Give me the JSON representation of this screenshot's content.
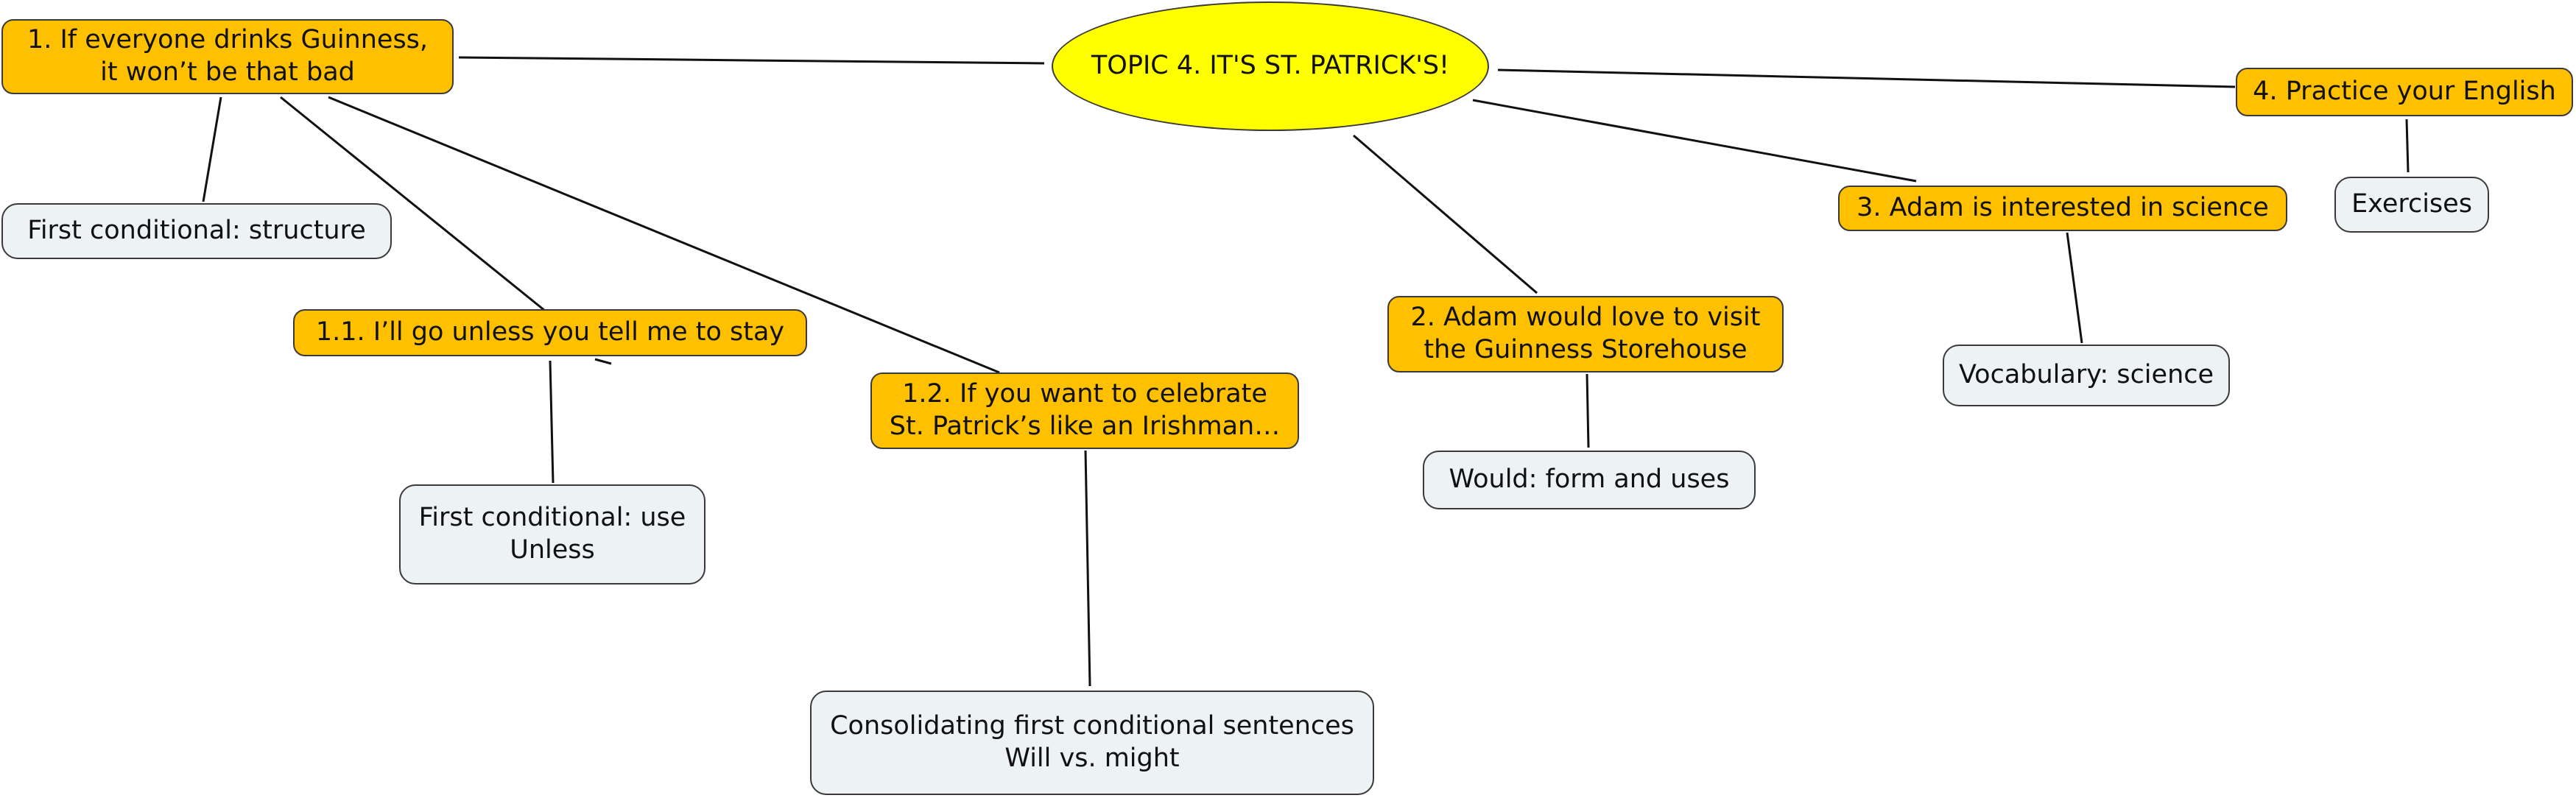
{
  "colors": {
    "topic": "#ffff00",
    "branch": "#ffc000",
    "leaf": "#edf3f5",
    "line": "#111111"
  },
  "central": {
    "label": "TOPIC 4. IT'S ST. PATRICK'S!"
  },
  "branches": {
    "b1": {
      "line1": "1. If everyone drinks Guinness,",
      "line2": "it won’t be that bad"
    },
    "b1_1": {
      "label": "1.1. I’ll go unless you tell me to stay"
    },
    "b1_2": {
      "line1": "1.2. If you want to celebrate",
      "line2": "St. Patrick’s like an Irishman…"
    },
    "b2": {
      "line1": "2. Adam would love to visit",
      "line2": "the Guinness Storehouse"
    },
    "b3": {
      "label": "3. Adam is interested in science"
    },
    "b4": {
      "label": "4. Practice your English"
    }
  },
  "leaves": {
    "first_cond_structure": {
      "label": "First conditional: structure"
    },
    "first_cond_use": {
      "line1": "First conditional: use",
      "line2": "Unless"
    },
    "consolidating": {
      "line1": "Consolidating first conditional sentences",
      "line2": "Will vs. might"
    },
    "would_form": {
      "label": "Would: form and uses"
    },
    "vocab_science": {
      "label": "Vocabulary: science"
    },
    "exercises": {
      "label": "Exercises"
    }
  }
}
